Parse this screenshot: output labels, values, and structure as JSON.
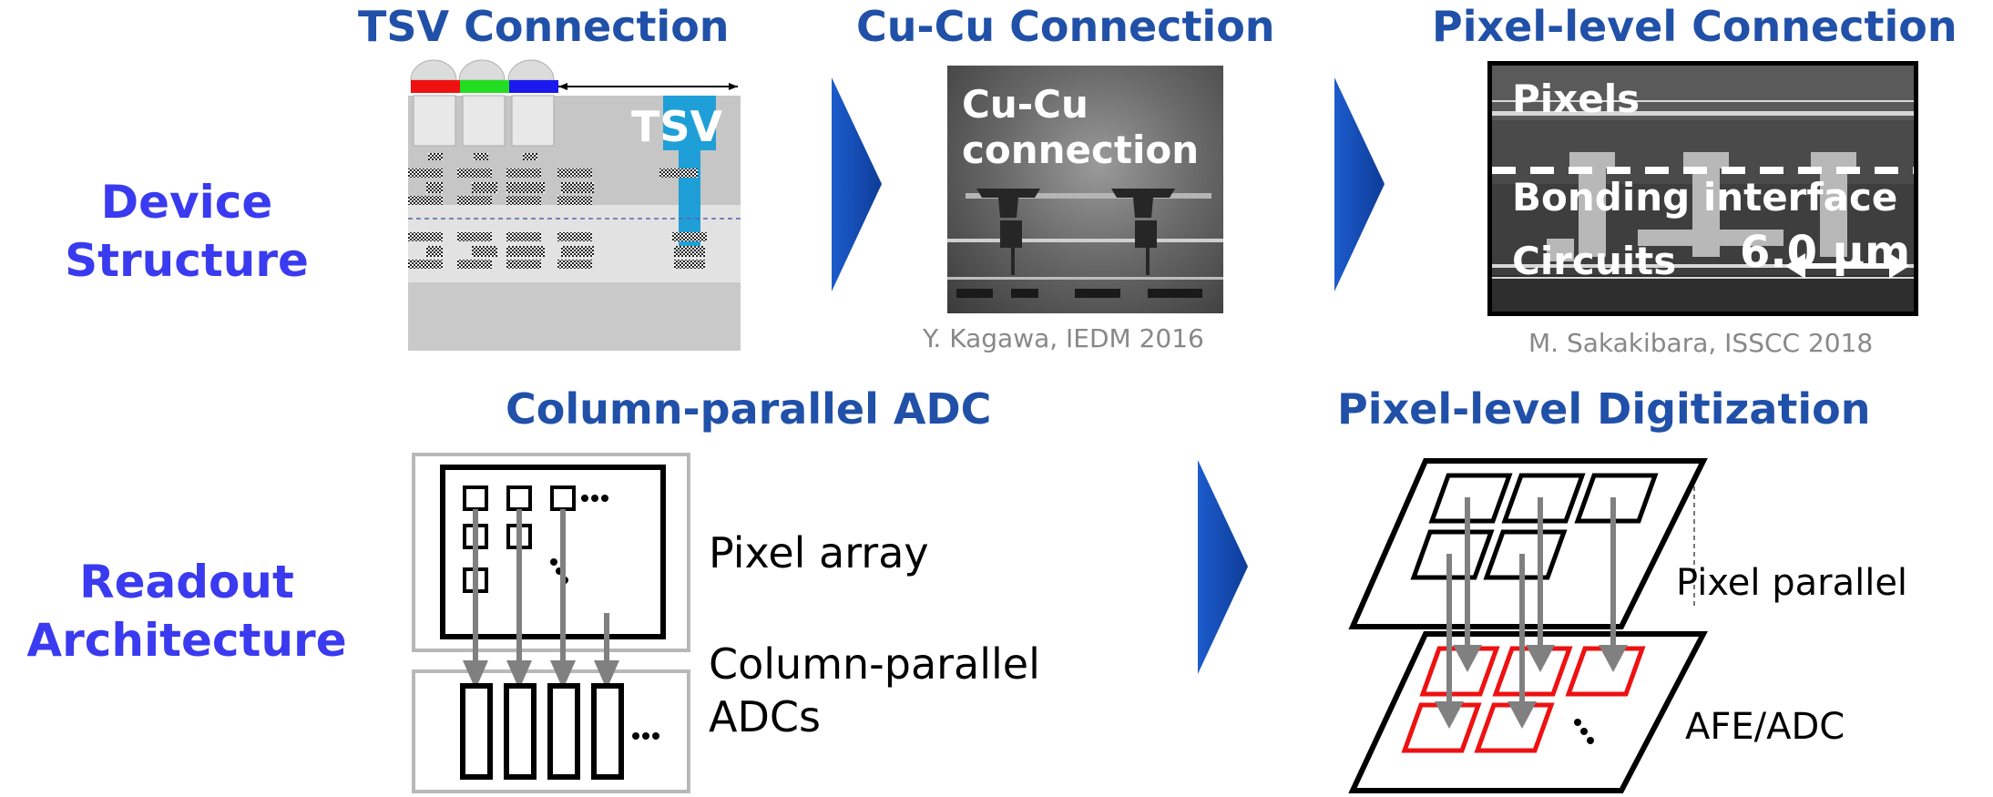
{
  "row_labels": {
    "device_structure": [
      "Device",
      "Structure"
    ],
    "readout_architecture": [
      "Readout",
      "Architecture"
    ]
  },
  "sections": {
    "tsv": {
      "title": "TSV Connection",
      "tsv_label": "TSV"
    },
    "cucu": {
      "title": "Cu-Cu Connection",
      "photo_label": [
        "Cu-Cu",
        "connection"
      ],
      "citation": "Y. Kagawa, IEDM 2016"
    },
    "pixel_level_connection": {
      "title": "Pixel-level Connection",
      "labels": {
        "pixels": "Pixels",
        "bonding": "Bonding interface",
        "circuits": "Circuits",
        "scale": "6.0 μm"
      },
      "citation": "M. Sakakibara, ISSCC 2018"
    },
    "column_adc": {
      "title": "Column-parallel ADC",
      "pixel_array_label": "Pixel array",
      "adc_label": [
        "Column-parallel",
        "ADCs"
      ]
    },
    "pixel_digitization": {
      "title": "Pixel-level Digitization",
      "pixel_parallel_label": "Pixel parallel",
      "afe_adc_label": "AFE/ADC"
    }
  },
  "colors": {
    "row_label": "#3a3af0",
    "section_title": "#2050a8",
    "arrow": "#1550b8",
    "adc_highlight": "#ee1111",
    "flow_arrow": "#808080",
    "citation": "#888888"
  },
  "icons": {
    "row_arrow": "chevron-right-triangle",
    "ellipsis": "ellipsis-dots"
  }
}
